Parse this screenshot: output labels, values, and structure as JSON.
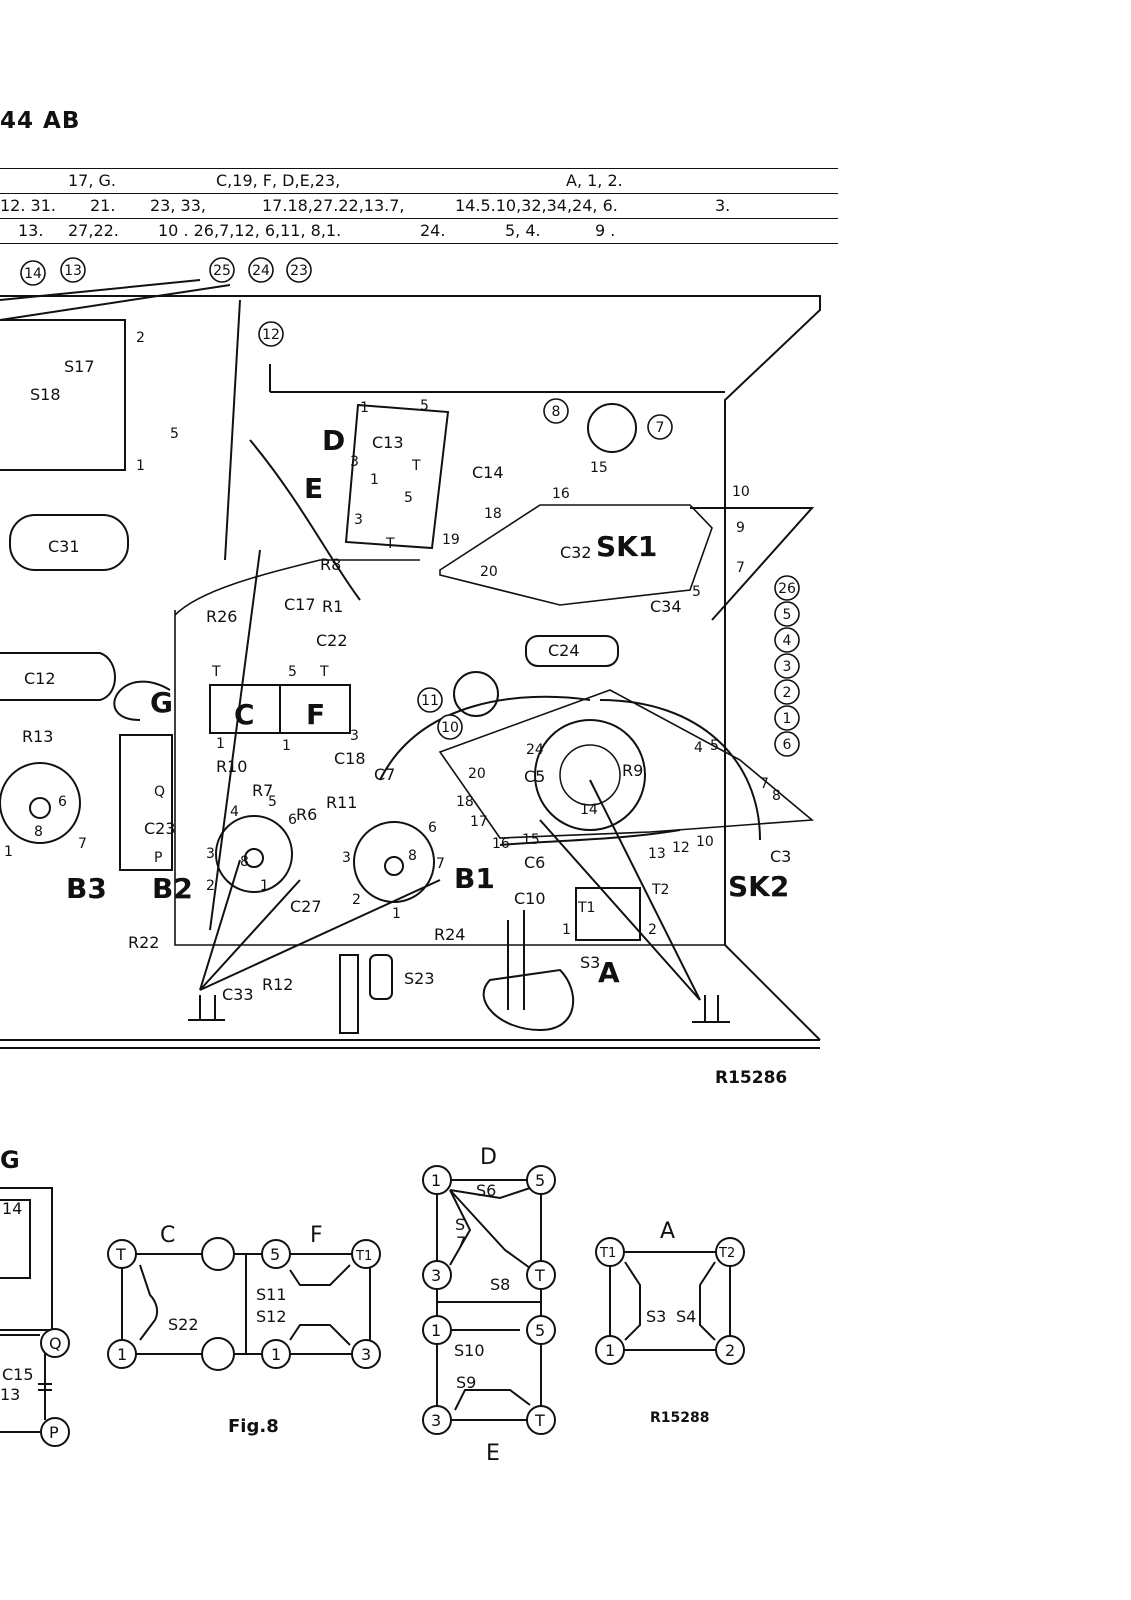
{
  "title": "44 AB",
  "table": {
    "rows": [
      [
        "17, G.",
        "C,19, F, D,E,23,",
        "A, 1, 2."
      ],
      [
        "12. 31.",
        "21.",
        "23, 33,",
        "17.18,27.22,13.7,",
        "14.5.10,32,34,24, 6.",
        "3."
      ],
      [
        "13.",
        "27,22.",
        "10 . 26,7,12, 6,11, 8,1.",
        "24.",
        "5, 4.",
        "9 ."
      ]
    ]
  },
  "main_labels": {
    "callouts": [
      "14",
      "13",
      "25",
      "24",
      "23",
      "12",
      "8",
      "7",
      "26",
      "5",
      "4",
      "3",
      "2",
      "1",
      "6",
      "11",
      "10"
    ],
    "components": [
      "S17",
      "S18",
      "C31",
      "C12",
      "R13",
      "C13",
      "C14",
      "C32",
      "C34",
      "C24",
      "C17",
      "R1",
      "R8",
      "R26",
      "C22",
      "C18",
      "C7",
      "C5",
      "R9",
      "R10",
      "R7",
      "R6",
      "R11",
      "C23",
      "C27",
      "C6",
      "C10",
      "R24",
      "R22",
      "R12",
      "C33",
      "S23",
      "S3",
      "C3"
    ],
    "groups": [
      "D",
      "E",
      "G",
      "C",
      "F",
      "B3",
      "B2",
      "B1",
      "A",
      "SK1",
      "SK2"
    ],
    "pins": [
      "2",
      "5",
      "1",
      "1",
      "5",
      "3",
      "T",
      "1",
      "5",
      "3",
      "T",
      "15",
      "16",
      "18",
      "19",
      "20",
      "10",
      "9",
      "7",
      "5",
      "T",
      "5",
      "T",
      "1",
      "3",
      "1",
      "Q",
      "P",
      "3",
      "4",
      "5",
      "6",
      "8",
      "1",
      "2",
      "3",
      "7",
      "6",
      "8",
      "2",
      "1",
      "7",
      "6",
      "8",
      "1",
      "24",
      "20",
      "18",
      "17",
      "16",
      "15",
      "14",
      "13",
      "12",
      "10",
      "4",
      "5",
      "7",
      "8",
      "T1",
      "T2",
      "1",
      "2"
    ]
  },
  "drawing_ref_top": "R15286",
  "drawing_ref_bottom": "R15288",
  "fig_caption": "Fig.8",
  "sub_g": {
    "label": "G",
    "pins": [
      "14",
      "Q",
      "P"
    ],
    "c15": "C15",
    "r13": "13"
  },
  "sub_c": {
    "label": "C",
    "pins": [
      "T",
      "1"
    ],
    "coil": "S22"
  },
  "sub_f": {
    "label": "F",
    "pins": [
      "5",
      "T1",
      "1",
      "3"
    ],
    "coil_a": "S11",
    "coil_b": "S12"
  },
  "sub_d": {
    "label": "D",
    "pins": [
      "1",
      "5",
      "3",
      "T"
    ],
    "coil_a": "S6",
    "coil_b": "S",
    "coil_b2": "7",
    "coil_c": "S8"
  },
  "sub_e": {
    "label": "E",
    "pins": [
      "1",
      "5",
      "3",
      "T"
    ],
    "coil_a": "S10",
    "coil_b": "S9"
  },
  "sub_a": {
    "label": "A",
    "pins": [
      "T1",
      "T2",
      "1",
      "2"
    ],
    "coil_a": "S3",
    "coil_b": "S4"
  }
}
